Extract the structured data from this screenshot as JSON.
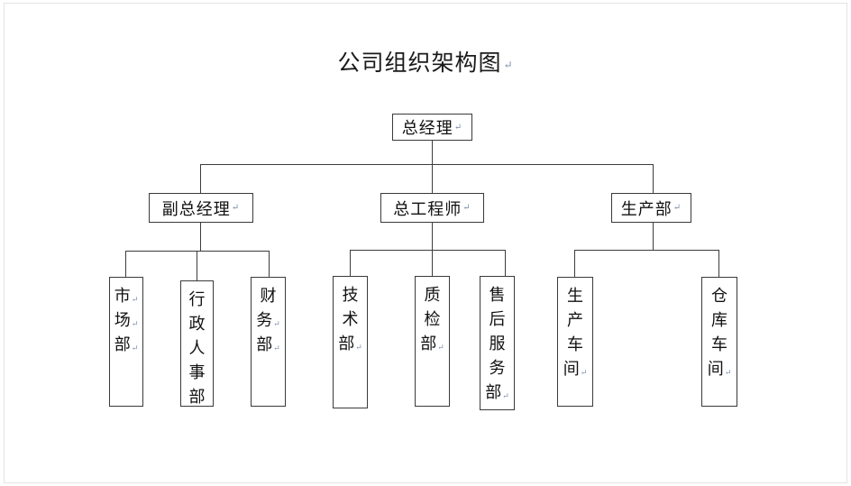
{
  "document": {
    "title": "公司组织架构图",
    "paragraph_mark": "↵",
    "background_color": "#ffffff",
    "line_color": "#3c3c3c",
    "border_color": "#3a3a3a"
  },
  "chart": {
    "type": "org-chart",
    "root": {
      "id": "general-manager",
      "label": "总经理",
      "orientation": "horizontal",
      "has_paragraph_mark": true
    },
    "level2": [
      {
        "id": "deputy-general-manager",
        "label": "副总经理",
        "orientation": "horizontal",
        "has_paragraph_mark": true
      },
      {
        "id": "chief-engineer",
        "label": "总工程师",
        "orientation": "horizontal",
        "has_paragraph_mark": true
      },
      {
        "id": "production-department",
        "label": "生产部",
        "orientation": "horizontal",
        "has_paragraph_mark": true
      }
    ],
    "level3": [
      {
        "parent": "deputy-general-manager",
        "children": [
          {
            "id": "marketing-department",
            "chars": [
              "市",
              "场",
              "部"
            ],
            "marks": [
              true,
              true,
              true
            ]
          },
          {
            "id": "admin-hr-department",
            "chars": [
              "行",
              "政",
              "人",
              "事",
              "部"
            ],
            "marks": [
              false,
              false,
              false,
              false,
              false
            ]
          },
          {
            "id": "finance-department",
            "chars": [
              "财",
              "务",
              "部"
            ],
            "marks": [
              false,
              true,
              true
            ]
          }
        ]
      },
      {
        "parent": "chief-engineer",
        "children": [
          {
            "id": "technical-department",
            "chars": [
              "技",
              "术",
              "部"
            ],
            "marks": [
              false,
              false,
              true
            ]
          },
          {
            "id": "quality-inspection-department",
            "chars": [
              "质",
              "检",
              "部"
            ],
            "marks": [
              false,
              false,
              true
            ]
          },
          {
            "id": "after-sales-service-department",
            "chars": [
              "售",
              "后",
              "服",
              "务",
              "部"
            ],
            "marks": [
              false,
              false,
              false,
              false,
              true
            ]
          }
        ]
      },
      {
        "parent": "production-department",
        "children": [
          {
            "id": "production-workshop",
            "chars": [
              "生",
              "产",
              "车",
              "间"
            ],
            "marks": [
              false,
              false,
              false,
              true
            ]
          },
          {
            "id": "warehouse-workshop",
            "chars": [
              "仓",
              "库",
              "车",
              "间"
            ],
            "marks": [
              false,
              false,
              false,
              true
            ]
          }
        ]
      }
    ]
  }
}
